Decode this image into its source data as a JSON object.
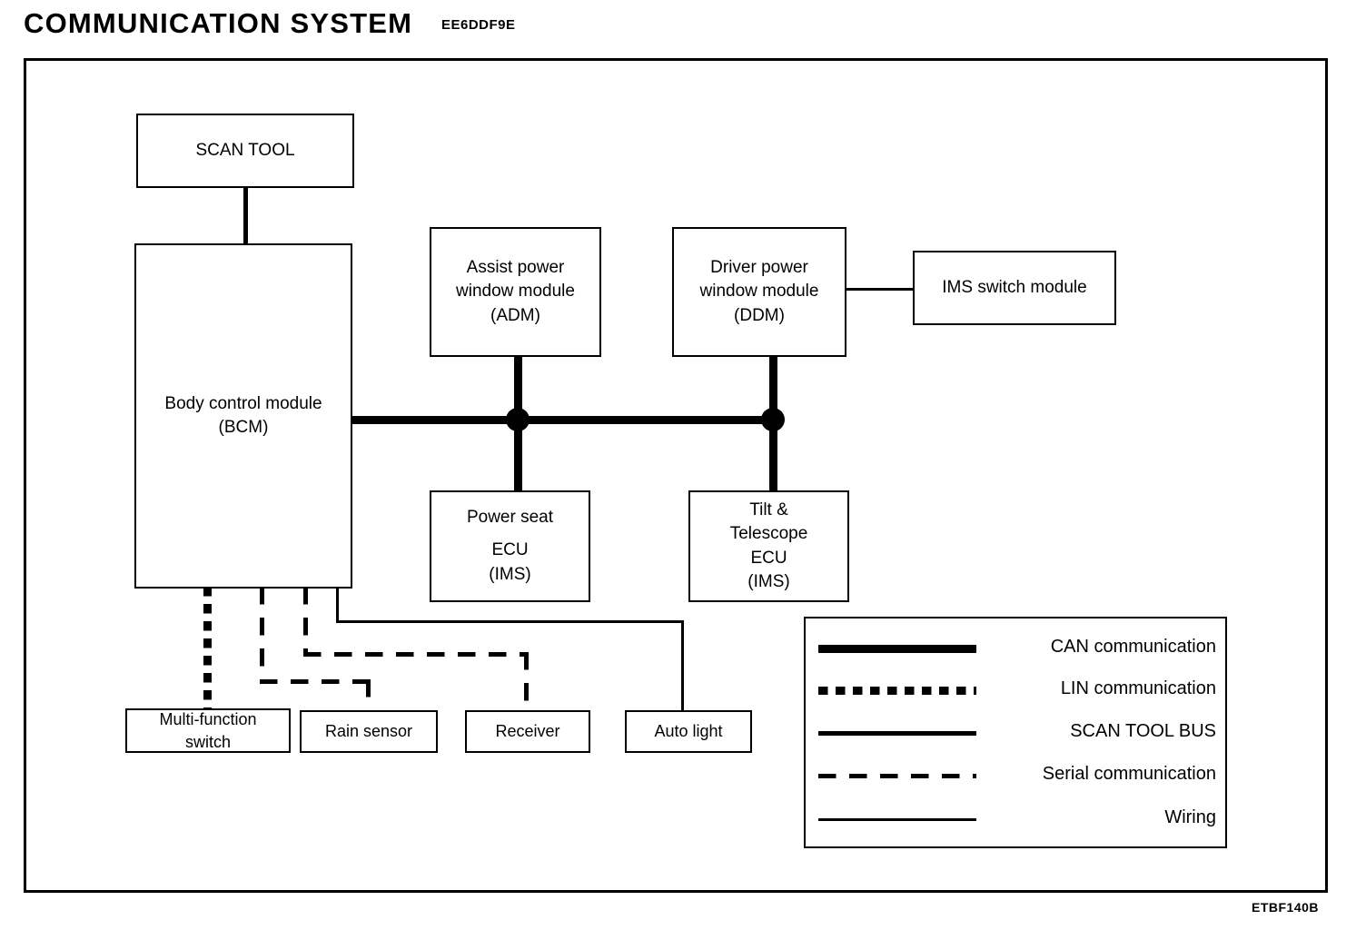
{
  "header": {
    "title": "COMMUNICATION SYSTEM",
    "title_code": "EE6DDF9E",
    "sheet_code": "ETBF140B"
  },
  "nodes": {
    "scan_tool": {
      "lines": [
        "SCAN TOOL"
      ]
    },
    "bcm": {
      "lines": [
        "Body control module",
        "(BCM)"
      ]
    },
    "adm": {
      "lines": [
        "Assist power",
        "window module",
        "(ADM)"
      ]
    },
    "ddm": {
      "lines": [
        "Driver power",
        "window module",
        "(DDM)"
      ]
    },
    "ims_switch": {
      "lines": [
        "IMS switch module"
      ]
    },
    "power_seat_ecu": {
      "lines": [
        "Power seat",
        "ECU",
        "(IMS)"
      ]
    },
    "tilt_telescope_ecu": {
      "lines": [
        "Tilt &",
        "Telescope",
        "ECU",
        "(IMS)"
      ]
    },
    "multi_function_switch": {
      "lines": [
        "Multi-function",
        "switch"
      ]
    },
    "rain_sensor": {
      "lines": [
        "Rain sensor"
      ]
    },
    "receiver": {
      "lines": [
        "Receiver"
      ]
    },
    "auto_light": {
      "lines": [
        "Auto light"
      ]
    }
  },
  "legend": {
    "items": [
      {
        "label": "CAN communication",
        "style": "can"
      },
      {
        "label": "LIN communication",
        "style": "lin"
      },
      {
        "label": "SCAN TOOL BUS",
        "style": "bus"
      },
      {
        "label": "Serial communication",
        "style": "serial"
      },
      {
        "label": "Wiring",
        "style": "wiring"
      }
    ]
  },
  "colors": {
    "ink": "#000000",
    "paper": "#ffffff"
  }
}
